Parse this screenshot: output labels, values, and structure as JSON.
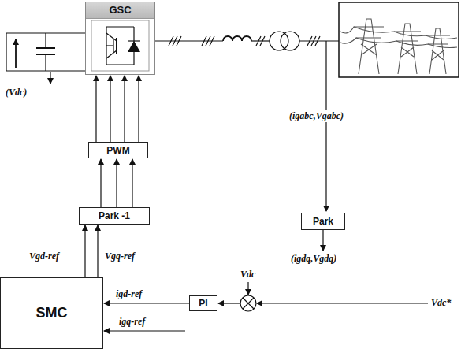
{
  "diagram": {
    "nodes": [
      {
        "text": [
          "GSC"
        ]
      },
      {
        "text": [
          "PWM"
        ]
      },
      {
        "text": [
          "Park -1"
        ]
      },
      {
        "text": [
          "SMC"
        ]
      },
      {
        "text": [
          "PI"
        ]
      },
      {
        "text": [
          "Park"
        ]
      }
    ],
    "edges": [
      {
        "from": 1,
        "to": 0,
        "arrow": "to"
      },
      {
        "from": 2,
        "to": 1,
        "arrow": "to"
      },
      {
        "from": 3,
        "to": 2,
        "arrow": "to",
        "label": "Vgd-ref"
      },
      {
        "from": 3,
        "to": 2,
        "arrow": "to",
        "label": "Vgq-ref"
      },
      {
        "from": 4,
        "to": 3,
        "arrow": "to",
        "label": "igd-ref"
      }
    ],
    "labels": [
      "(Vdc)",
      "(igabc,Vgabc)",
      "(igdq,Vgdq)",
      "Vdc",
      "Vdc*",
      "igq-ref"
    ]
  }
}
